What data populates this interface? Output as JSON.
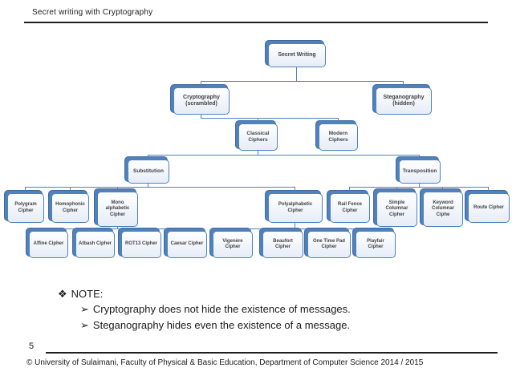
{
  "slide": {
    "title": "Secret  writing with Cryptography",
    "page_number": "5",
    "footer": "© University of Sulaimani, Faculty of Physical & Basic Education, Department of Computer Science  2014 / 2015"
  },
  "note": {
    "bullet": "❖",
    "title": "NOTE:",
    "items": [
      {
        "bullet": "➢",
        "text": "Cryptography does not hide the existence of messages."
      },
      {
        "bullet": "➢",
        "text": "Steganography hides even the existence of a message."
      }
    ]
  },
  "diagram": {
    "type": "org-chart",
    "accent_color": "#4f81bd",
    "nodes": {
      "secret_writing": {
        "label": "Secret Writing"
      },
      "cryptography": {
        "label": "Cryptography\n(scrambled)"
      },
      "steganography": {
        "label": "Steganography\n(hidden)"
      },
      "classical_ciphers": {
        "label": "Classical\nCiphers"
      },
      "modern_ciphers": {
        "label": "Modern\nCiphers"
      },
      "substitution": {
        "label": "Substitution"
      },
      "transposition": {
        "label": "Transposition"
      },
      "polygram": {
        "label": "Polygram\nCipher"
      },
      "homophonic": {
        "label": "Homophonic\nCipher"
      },
      "mono_alphabetic": {
        "label": "Mono\nalphabetic\nCipher"
      },
      "polyalphabetic": {
        "label": "Polyalphabetic\nCipher"
      },
      "rail_fence": {
        "label": "Rail Fence\nCipher"
      },
      "simple_columnar": {
        "label": "Simple\nColumnar\nCipher"
      },
      "keyword_columnar": {
        "label": "Keyword\nColumnar\nCiphe"
      },
      "route": {
        "label": "Route Cipher"
      },
      "affine": {
        "label": "Affine Cipher"
      },
      "atbash": {
        "label": "Atbash Cipher"
      },
      "rot13": {
        "label": "ROT13 Cipher"
      },
      "caesar": {
        "label": "Caesar Cipher"
      },
      "vigenere": {
        "label": "Vigenère\nCipher"
      },
      "beaufort": {
        "label": "Beaufort\nCipher"
      },
      "one_time_pad": {
        "label": "One Time Pad\nCipher"
      },
      "playfair": {
        "label": "Playfair\nCipher"
      }
    },
    "hierarchy": {
      "label": "Secret Writing",
      "children": [
        {
          "label": "Cryptography (scrambled)",
          "children": [
            {
              "label": "Classical Ciphers",
              "children": [
                {
                  "label": "Substitution",
                  "children": [
                    {
                      "label": "Polygram Cipher"
                    },
                    {
                      "label": "Homophonic Cipher"
                    },
                    {
                      "label": "Mono alphabetic Cipher",
                      "children": [
                        {
                          "label": "Affine Cipher"
                        },
                        {
                          "label": "Atbash Cipher"
                        },
                        {
                          "label": "ROT13 Cipher"
                        },
                        {
                          "label": "Caesar Cipher"
                        }
                      ]
                    },
                    {
                      "label": "Polyalphabetic Cipher",
                      "children": [
                        {
                          "label": "Vigenère Cipher"
                        },
                        {
                          "label": "Beaufort Cipher"
                        },
                        {
                          "label": "One Time Pad Cipher"
                        },
                        {
                          "label": "Playfair Cipher"
                        }
                      ]
                    }
                  ]
                },
                {
                  "label": "Transposition",
                  "children": [
                    {
                      "label": "Rail Fence Cipher"
                    },
                    {
                      "label": "Simple Columnar Cipher"
                    },
                    {
                      "label": "Keyword Columnar Ciphe"
                    },
                    {
                      "label": "Route Cipher"
                    }
                  ]
                }
              ]
            },
            {
              "label": "Modern Ciphers"
            }
          ]
        },
        {
          "label": "Steganography (hidden)"
        }
      ]
    }
  }
}
